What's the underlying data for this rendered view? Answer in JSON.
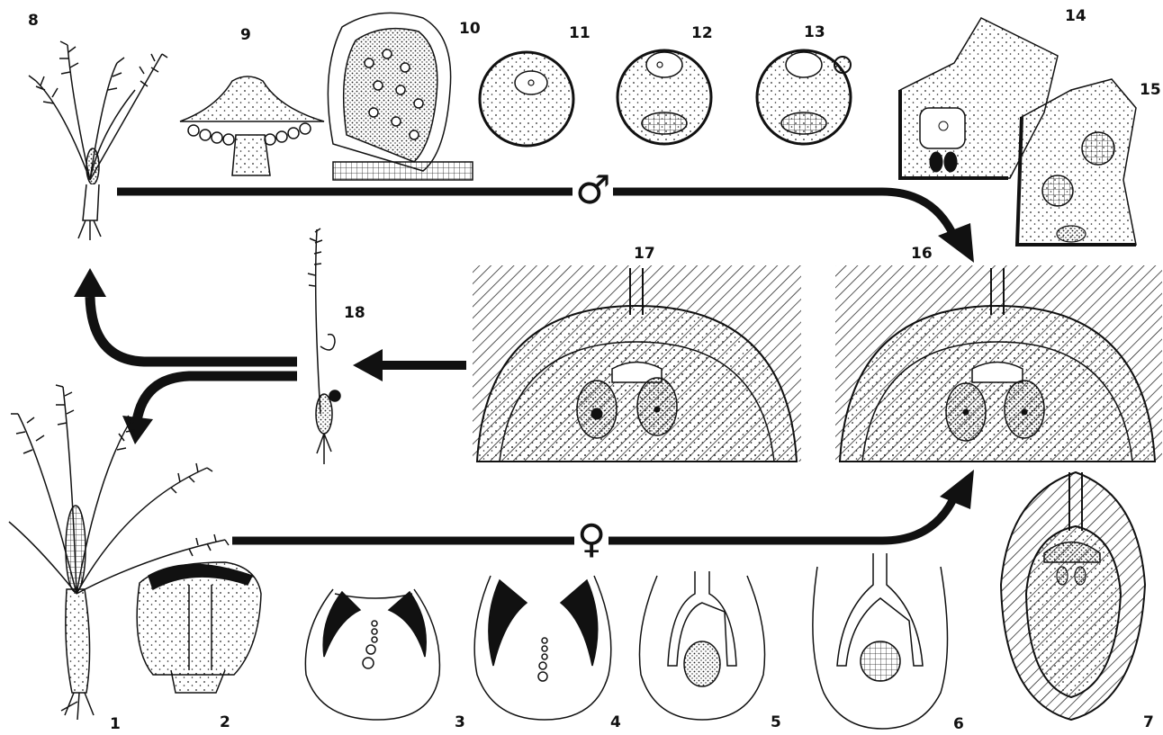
{
  "figure": {
    "male_symbol": "♂",
    "female_symbol": "♀",
    "labels": {
      "n1": "1",
      "n2": "2",
      "n3": "3",
      "n4": "4",
      "n5": "5",
      "n6": "6",
      "n7": "7",
      "n8": "8",
      "n9": "9",
      "n10": "10",
      "n11": "11",
      "n12": "12",
      "n13": "13",
      "n14": "14",
      "n15": "15",
      "n16": "16",
      "n17": "17",
      "n18": "18"
    }
  },
  "colors": {
    "ink": "#111111",
    "paper": "#ffffff"
  },
  "icons": {
    "stage1": "sporophyte-with-female-cone",
    "stage2": "megasporophyll",
    "stage3-6": "ovule-development",
    "stage7": "mature-ovule-with-archegonia",
    "stage8": "sporophyte-with-male-cone",
    "stage9": "microsporophyll",
    "stage10": "microsporangium",
    "stage11-15": "microspore-and-pollen-tube",
    "stage16-17": "fertilization-in-archegonia",
    "stage18": "seedling"
  }
}
